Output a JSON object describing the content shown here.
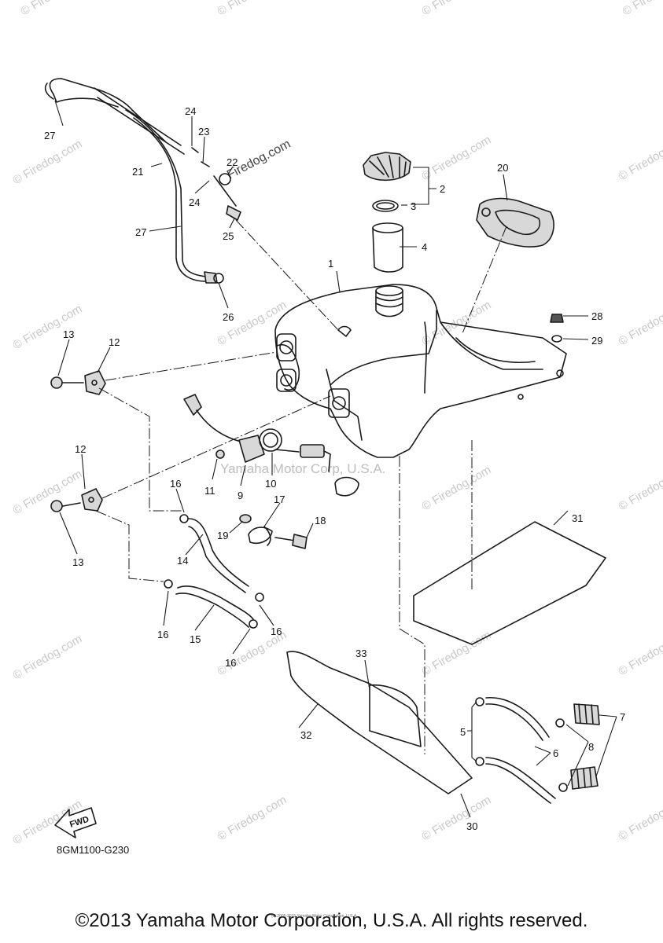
{
  "diagram": {
    "code": "8GM1100-G230",
    "fwd_label": "FWD",
    "watermark": "© Firedog.com",
    "site_watermark": "Firedog.com",
    "center_watermark": "Yamaha Motor Corp, U.S.A.",
    "callouts": [
      "1",
      "2",
      "3",
      "4",
      "5",
      "6",
      "7",
      "8",
      "9",
      "10",
      "11",
      "12",
      "12",
      "13",
      "13",
      "14",
      "15",
      "16",
      "16",
      "16",
      "16",
      "17",
      "18",
      "19",
      "20",
      "21",
      "22",
      "23",
      "24",
      "24",
      "25",
      "26",
      "27",
      "27",
      "28",
      "29",
      "30",
      "31",
      "32",
      "33"
    ]
  },
  "footer": {
    "copyright": "©2013 Yamaha Motor Corporation, U.S.A. All rights reserved.",
    "small_credit": "(c) 2005-2015 Yamaha Motor Corporation, U.S.A."
  }
}
